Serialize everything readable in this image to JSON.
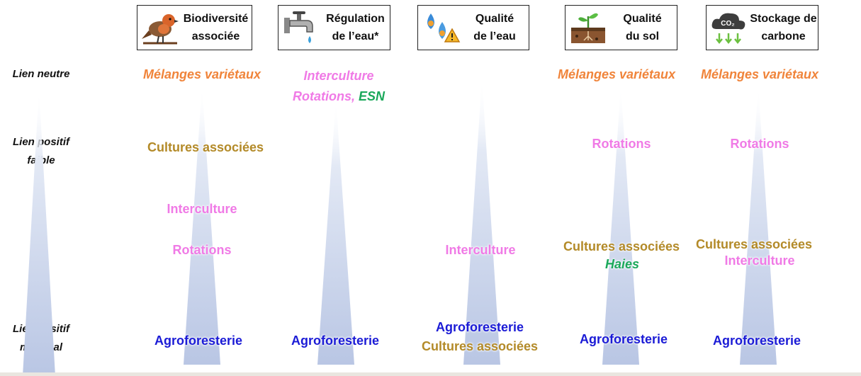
{
  "scale": {
    "neutral": "Lien neutre",
    "weak_1": "Lien positif",
    "weak_2": "faible",
    "max_1": "Lien positif",
    "max_2": "maximal"
  },
  "columns": [
    {
      "title_1": "Biodiversité",
      "title_2": "associée",
      "icon": "bird-icon",
      "items": [
        {
          "text": "Mélanges variétaux"
        },
        {
          "text": "Cultures associées"
        },
        {
          "text": "Interculture"
        },
        {
          "text": "Rotations"
        },
        {
          "text": "Agroforesterie"
        }
      ]
    },
    {
      "title_1": "Régulation",
      "title_2": "de l’eau*",
      "icon": "water-tap-icon",
      "items": [
        {
          "text": "Interculture"
        },
        {
          "text": "Rotations,"
        },
        {
          "text": "ESN"
        },
        {
          "text": "Agroforesterie"
        }
      ]
    },
    {
      "title_1": "Qualité",
      "title_2": "de l’eau",
      "icon": "water-warning-icon",
      "items": [
        {
          "text": "Interculture"
        },
        {
          "text": "Agroforesterie"
        },
        {
          "text": "Cultures associées"
        }
      ]
    },
    {
      "title_1": "Qualité",
      "title_2": "du sol",
      "icon": "soil-plant-icon",
      "items": [
        {
          "text": "Mélanges variétaux"
        },
        {
          "text": "Rotations"
        },
        {
          "text": "Cultures associées"
        },
        {
          "text": "Haies"
        },
        {
          "text": "Agroforesterie"
        }
      ]
    },
    {
      "title_1": "Stockage de",
      "title_2": "carbone",
      "icon": "co2-cloud-icon",
      "icon_text": "CO₂",
      "items": [
        {
          "text": "Mélanges variétaux"
        },
        {
          "text": "Rotations"
        },
        {
          "text": "Cultures associées"
        },
        {
          "text": "Interculture"
        },
        {
          "text": "Agroforesterie"
        }
      ]
    }
  ],
  "colors": {
    "mixtures": "#f0843a",
    "rotation_interculture": "#f07ae6",
    "hedges_esn": "#1aa85a",
    "associated_crops": "#b38a28",
    "agroforestry": "#1b1bd6",
    "gradient": "#b9c6e4"
  }
}
